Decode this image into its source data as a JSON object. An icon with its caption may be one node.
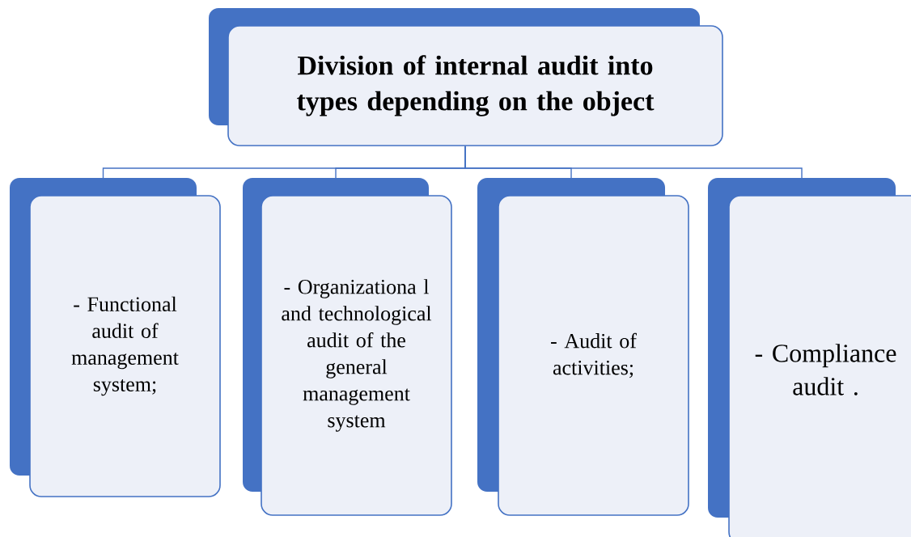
{
  "diagram": {
    "nodes": [
      {
        "text": [
          "Division of internal audit into types depending on the object"
        ]
      },
      {
        "text": [
          "- Functional audit of management system;"
        ]
      },
      {
        "text": [
          "- Organizationa l and technological audit of the general management system"
        ]
      },
      {
        "text": [
          "- Audit of activities;"
        ]
      },
      {
        "text": [
          "- Compliance audit ."
        ]
      }
    ],
    "edges": [
      {
        "from": 0,
        "to": 1,
        "arrow": "none"
      },
      {
        "from": 0,
        "to": 2,
        "arrow": "none"
      },
      {
        "from": 0,
        "to": 3,
        "arrow": "none"
      },
      {
        "from": 0,
        "to": 4,
        "arrow": "none"
      }
    ]
  }
}
